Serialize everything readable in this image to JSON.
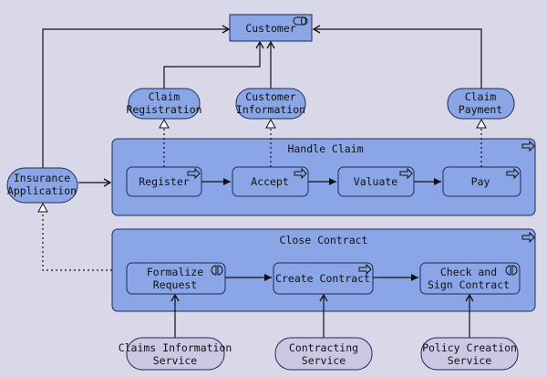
{
  "colors": {
    "background": "#d8d8e8",
    "process_fill": "#8aa6e6",
    "service_fill": "#ccc7e3",
    "element_stroke": "#1f2b55",
    "line": "#111111"
  },
  "actor": {
    "label": "Customer",
    "icon": "role-icon"
  },
  "app_services": {
    "claim_registration": [
      "Claim",
      "Registration"
    ],
    "customer_information": [
      "Customer",
      "Information"
    ],
    "claim_payment": [
      "Claim",
      "Payment"
    ]
  },
  "insurance_application": [
    "Insurance",
    "Application"
  ],
  "handle_claim": {
    "title": "Handle Claim",
    "steps": {
      "register": "Register",
      "accept": "Accept",
      "valuate": "Valuate",
      "pay": "Pay"
    }
  },
  "close_contract": {
    "title": "Close Contract",
    "steps": {
      "formalize": [
        "Formalize",
        "Request"
      ],
      "create": "Create Contract",
      "check": [
        "Check and",
        "Sign Contract"
      ]
    }
  },
  "business_services": {
    "claims_information": [
      "Claims Information",
      "Service"
    ],
    "contracting": [
      "Contracting",
      "Service"
    ],
    "policy_creation": [
      "Policy Creation",
      "Service"
    ]
  }
}
